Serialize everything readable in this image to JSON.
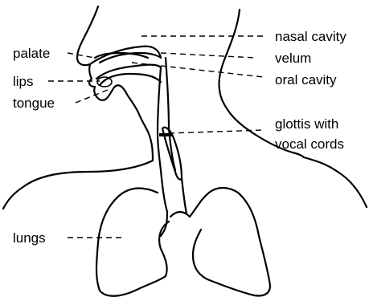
{
  "labels": {
    "nasal_cavity": "nasal cavity",
    "velum": "velum",
    "oral_cavity": "oral cavity",
    "palate": "palate",
    "lips": "lips",
    "tongue": "tongue",
    "glottis_line1": "glottis with",
    "glottis_line2": "vocal cords",
    "lungs": "lungs"
  }
}
